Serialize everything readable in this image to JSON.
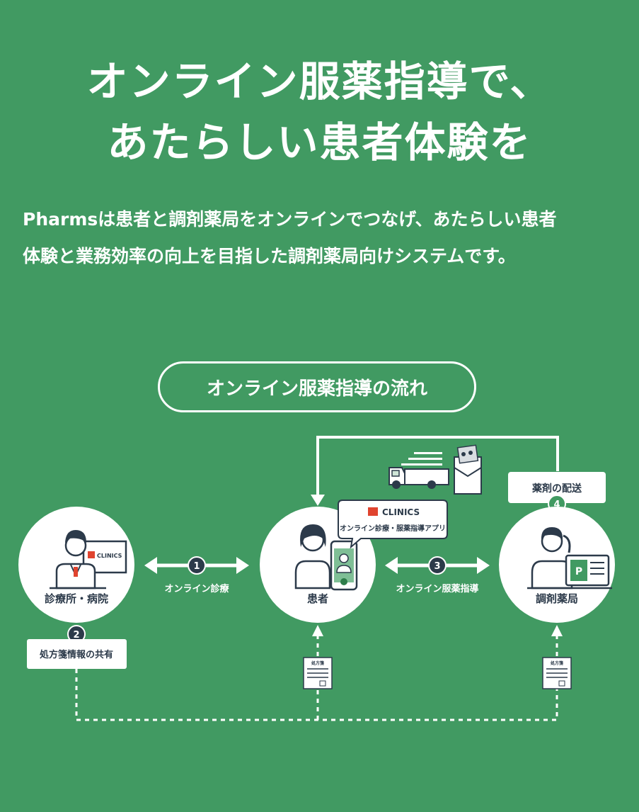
{
  "hero": {
    "title_line1": "オンライン服薬指導で、",
    "title_line2": "あたらしい患者体験を"
  },
  "lead": {
    "line1": "Pharmsは患者と調剤薬局をオンラインでつなげ、あたらしい患者",
    "line2": "体験と業務効率の向上を目指した調剤薬局向けシステムです。"
  },
  "flow": {
    "title": "オンライン服薬指導の流れ",
    "nodes": {
      "clinic": "診療所・病院",
      "patient": "患者",
      "pharmacy": "調剤薬局"
    },
    "steps": [
      {
        "num": "1",
        "label": "オンライン診療"
      },
      {
        "num": "2",
        "label": "処方箋情報の共有"
      },
      {
        "num": "3",
        "label": "オンライン服薬指導"
      },
      {
        "num": "4",
        "label": "薬剤の配送"
      }
    ],
    "app_callout": {
      "brand": "CLINICS",
      "caption": "オンライン診療・服薬指導アプリ"
    },
    "monitor_brand": "CLINICS",
    "prescription_doc_label": "処方箋",
    "pharmacy_screen_letter": "P"
  },
  "colors": {
    "background": "#419a62",
    "accent_green": "#419a62",
    "dark": "#2c3a4a",
    "white": "#ffffff",
    "clinics_red": "#e0442f"
  }
}
